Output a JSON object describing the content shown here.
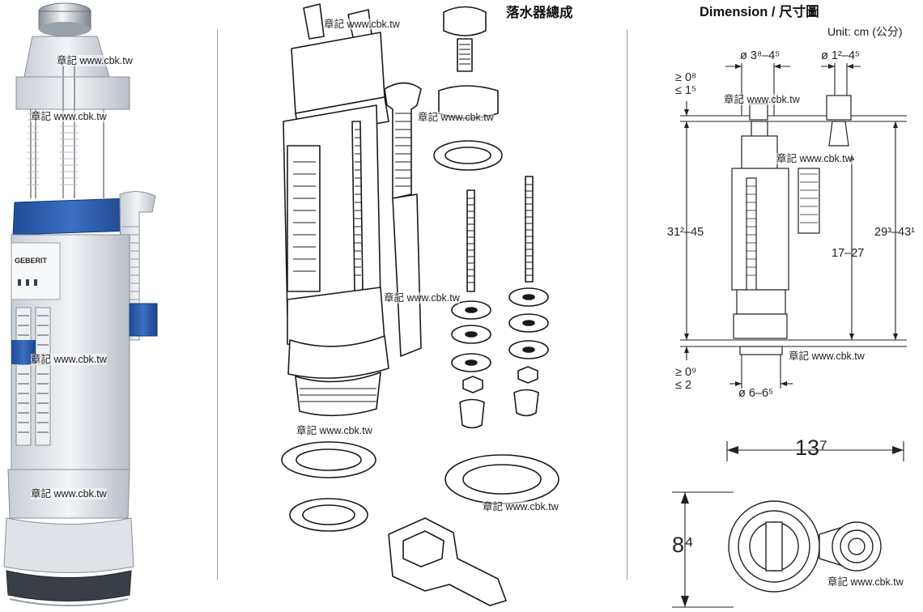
{
  "titles": {
    "assembly": "落水器總成",
    "dimension": "Dimension / 尺寸圖"
  },
  "unit": "Unit: cm (公分)",
  "watermark": "章記 www.cbk.tw",
  "brand": "GEBERIT",
  "dimensions": {
    "top_hole_a": "ø 3⁸–4⁵",
    "top_hole_b": "ø 1²–4⁵",
    "top_gap_line1": "≥ 0⁸",
    "top_gap_line2": "≤ 1⁵",
    "height_total_left": "31²–45",
    "height_total_right": "29³–43¹",
    "height_middle": "17–27",
    "bottom_gap_line1": "≥ 0⁹",
    "bottom_gap_line2": "≤ 2",
    "outlet_diameter": "ø 6–6⁵",
    "footprint_width": "13⁷",
    "footprint_depth": "8⁴"
  },
  "colors": {
    "accent_blue": "#2a5db0",
    "plastic_white": "#e8ebef",
    "line": "#222222"
  }
}
